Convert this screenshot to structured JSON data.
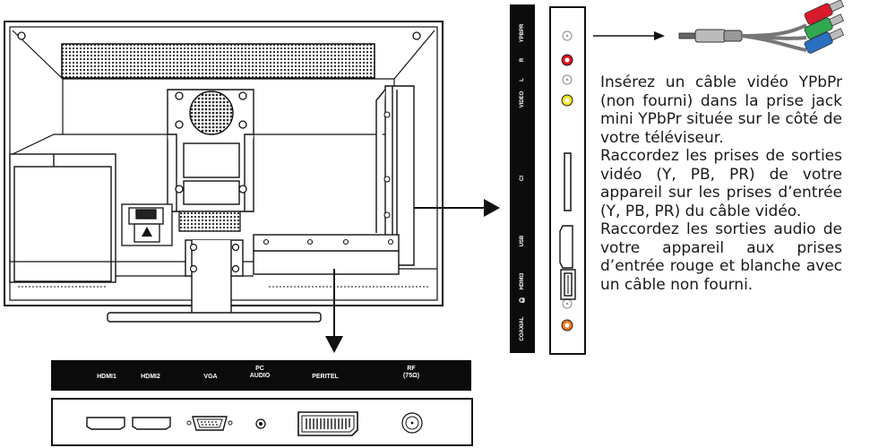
{
  "side_panel": {
    "labels": [
      "YPBPR",
      "R",
      "L",
      "VIDEO",
      "CI",
      "USB",
      "HDMI3",
      "COAXIAL"
    ],
    "port_colors": {
      "ypbpr": "#ffffff",
      "red": "#e0101a",
      "white": "#ffffff",
      "yellow": "#f4e21a",
      "coaxial": "#f07818"
    }
  },
  "instructions": {
    "p1": "Insérez un câble vidéo YPbPr (non fourni) dans la prise jack mini YPbPr située sur le côté de votre téléviseur.",
    "p2": "Raccordez les prises de sorties vidéo (Y, PB, PR) de votre appareil sur les prises d’entrée (Y, PB, PR) du câble vidéo.",
    "p3": "Raccordez les sorties audio de votre appareil aux prises d’entrée rouge et blanche avec un câble non fourni."
  },
  "bottom_panel": {
    "labels": [
      {
        "text": "HDMI1"
      },
      {
        "text": "HDMI2"
      },
      {
        "text": "VGA"
      },
      {
        "text": "PC\nAUDIO"
      },
      {
        "text": "PERITEL"
      },
      {
        "text": "RF\n(75Ω)"
      }
    ]
  },
  "cable": {
    "plug_colors": [
      "#d81b2a",
      "#2fa84f",
      "#2a6fc0"
    ]
  }
}
